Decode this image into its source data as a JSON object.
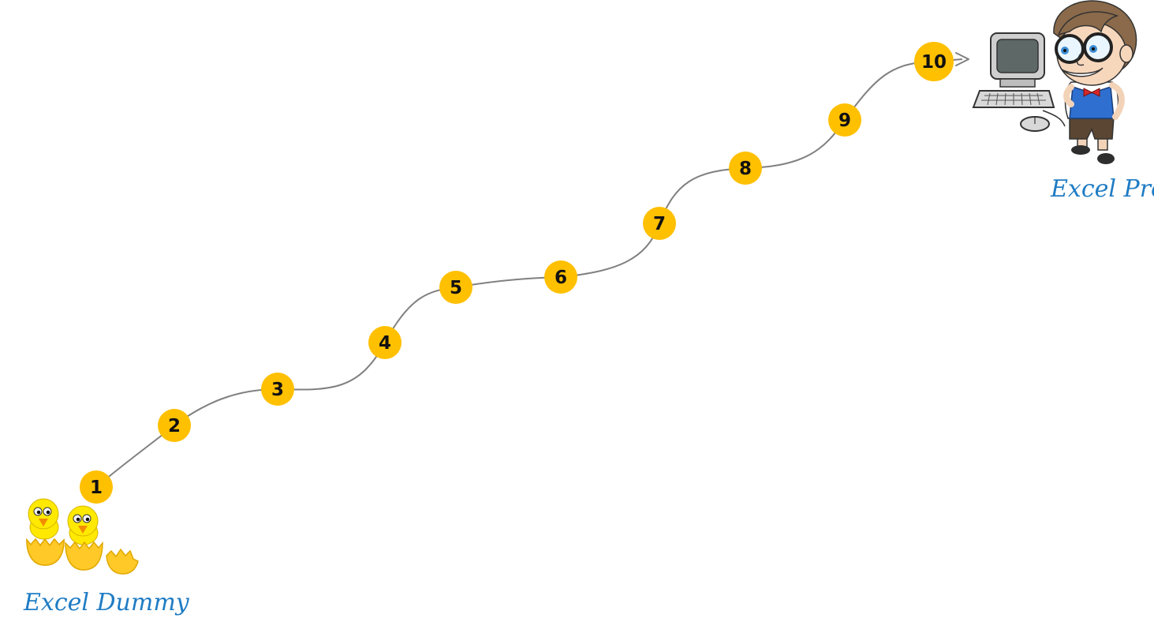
{
  "colors": {
    "accent": "#FFC000",
    "path": "#808080",
    "caption": "#1F7CC4",
    "chick": "#FFE900",
    "shell": "#FFC928"
  },
  "start_label": "Excel Dummy",
  "end_label": "Excel Pro",
  "steps": [
    "1",
    "2",
    "3",
    "4",
    "5",
    "6",
    "7",
    "8",
    "9",
    "10"
  ],
  "icons": {
    "start": "hatching-chicks-icon",
    "end": "computer-nerd-icon"
  }
}
